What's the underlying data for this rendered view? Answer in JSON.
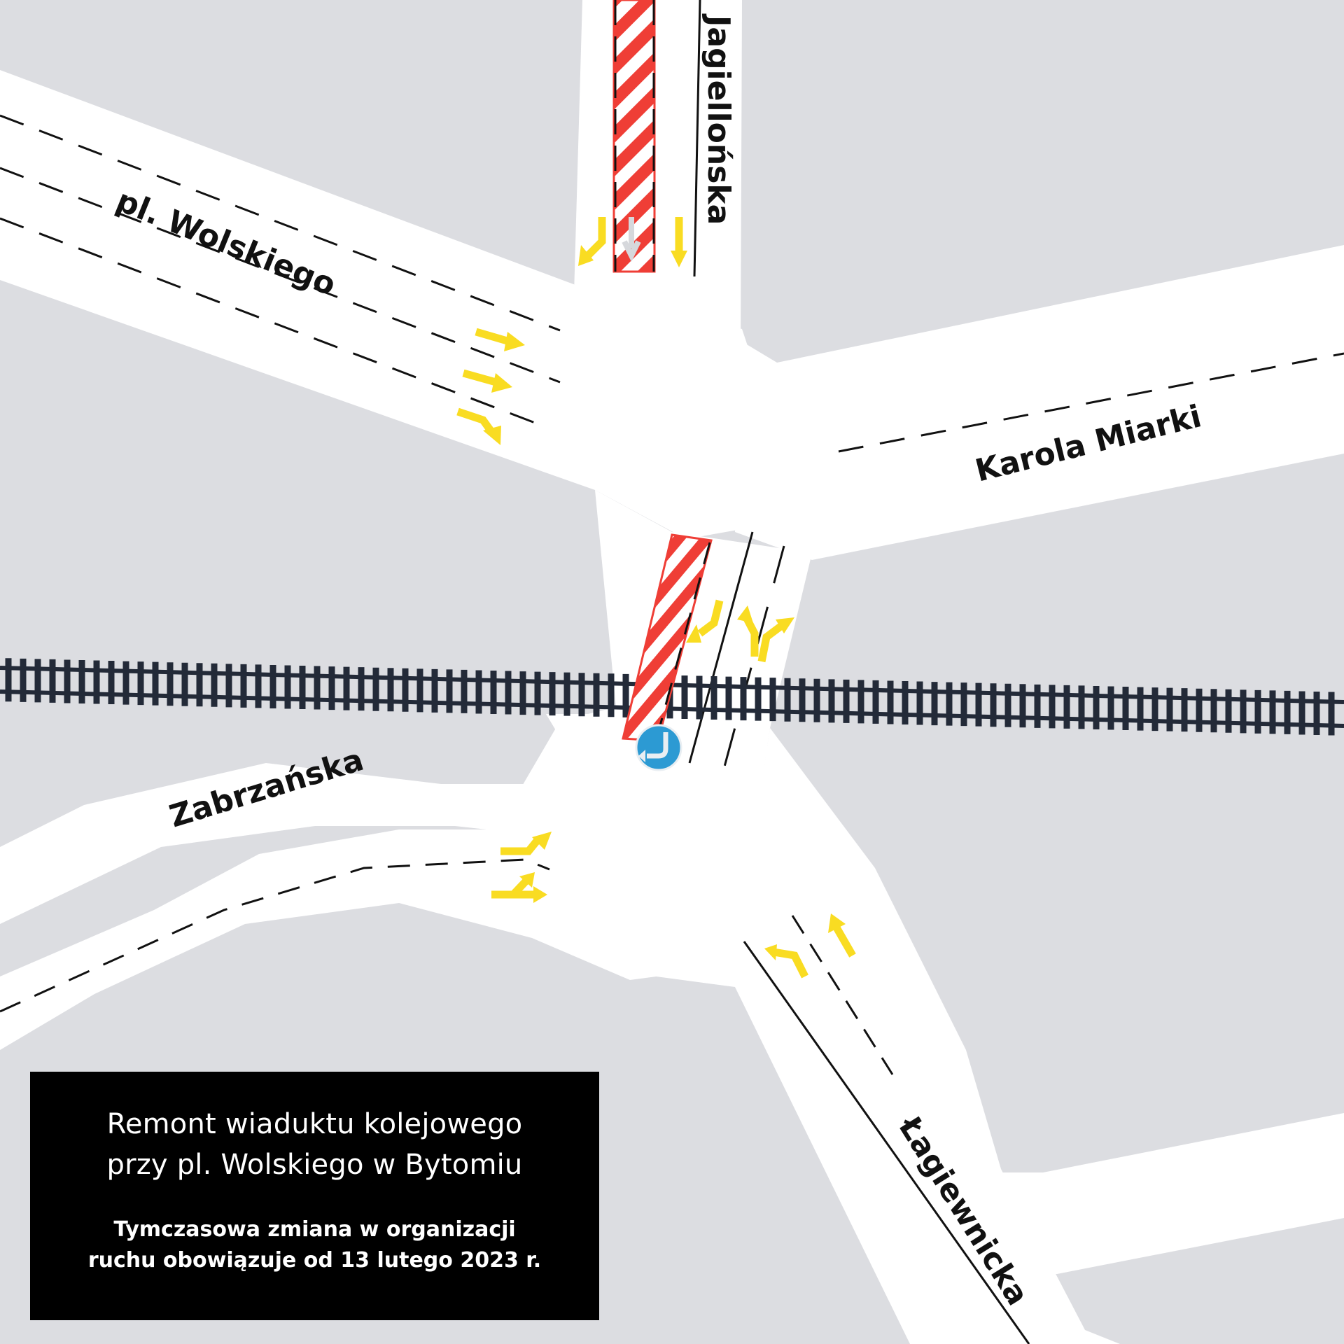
{
  "map": {
    "title": "Remont wiaduktu kolejowego przy pl. Wolskiego w Bytomiu",
    "colors": {
      "background": "#dcdde1",
      "road": "#ffffff",
      "lane_marking": "#111111",
      "arrow": "#f9dc22",
      "closure_stripe_red": "#ef3e36",
      "railway": "#232a38",
      "sign_blue": "#2c9ad3"
    },
    "streets": [
      {
        "id": "pl-wolskiego",
        "label": "pl. Wolskiego"
      },
      {
        "id": "jagiellonska",
        "label": "Jagiellońska"
      },
      {
        "id": "karola-miarki",
        "label": "Karola Miarki"
      },
      {
        "id": "zabrzanska",
        "label": "Zabrzańska"
      },
      {
        "id": "lagiewnicka",
        "label": "Łagiewnicka"
      }
    ],
    "closures": [
      {
        "id": "closure-jagiellonska",
        "type": "striped-barrier",
        "location": "Jagiellońska northbound lane"
      },
      {
        "id": "closure-viaduct",
        "type": "striped-barrier",
        "location": "under railway viaduct, western lane"
      }
    ],
    "signs": [
      {
        "id": "sign-keep-left",
        "icon": "mandatory-pass-left-sign"
      }
    ],
    "lane_arrows": [
      {
        "road": "pl. Wolskiego",
        "arrows": [
          "straight",
          "straight",
          "right"
        ]
      },
      {
        "road": "Jagiellońska",
        "arrows": [
          "right",
          "straight"
        ]
      },
      {
        "road": "viaduct northbound",
        "arrows": [
          "left",
          "straight",
          "right"
        ]
      },
      {
        "road": "Zabrzańska",
        "arrows": [
          "left",
          "straight-left"
        ]
      },
      {
        "road": "Łagiewnicka",
        "arrows": [
          "left",
          "straight"
        ]
      }
    ],
    "railway": {
      "label": "railway-track"
    }
  },
  "info": {
    "title_line1": "Remont wiaduktu kolejowego",
    "title_line2": "przy pl. Wolskiego w Bytomiu",
    "subtitle_line1": "Tymczasowa zmiana w organizacji",
    "subtitle_line2": "ruchu obowiązuje od 13 lutego 2023 r."
  }
}
